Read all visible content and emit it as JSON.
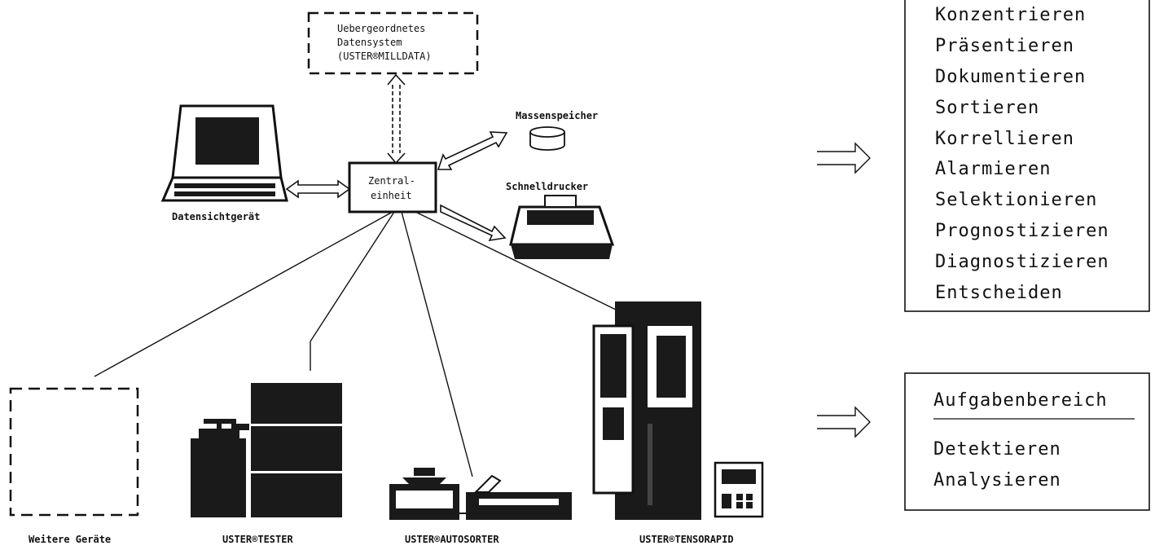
{
  "colors": {
    "ink": "#111111",
    "paper": "#ffffff",
    "screen": "#1a1a1a"
  },
  "system": {
    "upper_line1": "Uebergeordnetes",
    "upper_line2": "Datensystem",
    "upper_line3": "(USTER®MILLDATA)",
    "central_line1": "Zentral-",
    "central_line2": "einheit"
  },
  "peripherals": {
    "terminal": "Datensichtgerät",
    "storage": "Massenspeicher",
    "printer": "Schnelldrucker"
  },
  "instruments": {
    "weitere": "Weitere Geräte",
    "tester": "USTER®TESTER",
    "autosorter": "USTER®AUTOSORTER",
    "tensorapid": "USTER®TENSORAPID"
  },
  "task_list": [
    "Konzentrieren",
    "Präsentieren",
    "Dokumentieren",
    "Sortieren",
    "Korrellieren",
    "Alarmieren",
    "Selektionieren",
    "Prognostizieren",
    "Diagnostizieren",
    "Entscheiden"
  ],
  "aufgaben": {
    "title": "Aufgabenbereich",
    "items": [
      "Detektieren",
      "Analysieren"
    ]
  }
}
